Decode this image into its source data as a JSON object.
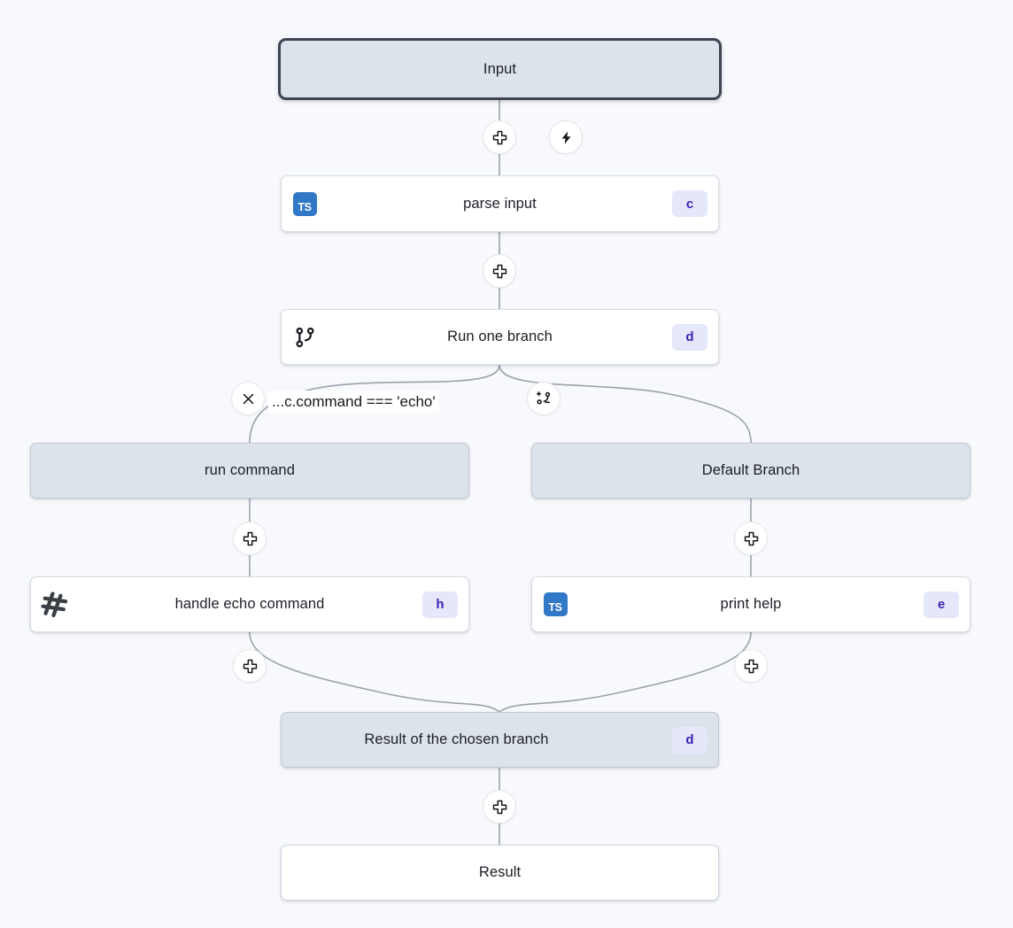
{
  "canvas": {
    "background": "#f8f9fc",
    "edge_color": "#9aa2ab",
    "accent_badge_bg": "#e5e7fb",
    "accent_badge_fg": "#3826b4",
    "ts_icon_color": "#3178c6",
    "io_node_fill": "#dde3ea",
    "selected_border": "#3d4451"
  },
  "nodes": {
    "input": {
      "label": "Input",
      "type": "input",
      "selected": true
    },
    "parse_input": {
      "label": "parse input",
      "icon": "typescript-icon",
      "badge": "c",
      "type": "step"
    },
    "run_one_branch": {
      "label": "Run one branch",
      "icon": "branch-icon",
      "badge": "d",
      "type": "branch"
    },
    "run_command": {
      "label": "run command",
      "type": "branch-box"
    },
    "default_branch": {
      "label": "Default Branch",
      "type": "branch-box"
    },
    "handle_echo_command": {
      "label": "handle echo command",
      "icon": "hash-icon",
      "badge": "h",
      "type": "step"
    },
    "print_help": {
      "label": "print help",
      "icon": "typescript-icon",
      "badge": "e",
      "type": "step"
    },
    "branch_result": {
      "label": "Result of the chosen branch",
      "badge": "d",
      "type": "result-io"
    },
    "result": {
      "label": "Result",
      "type": "result"
    }
  },
  "branch_condition": {
    "expression": "...c.command === 'echo'",
    "remove_label": "remove-branch",
    "add_label": "add-branch"
  },
  "handles": {
    "add_step_label": "add-step",
    "trigger_label": "trigger"
  }
}
